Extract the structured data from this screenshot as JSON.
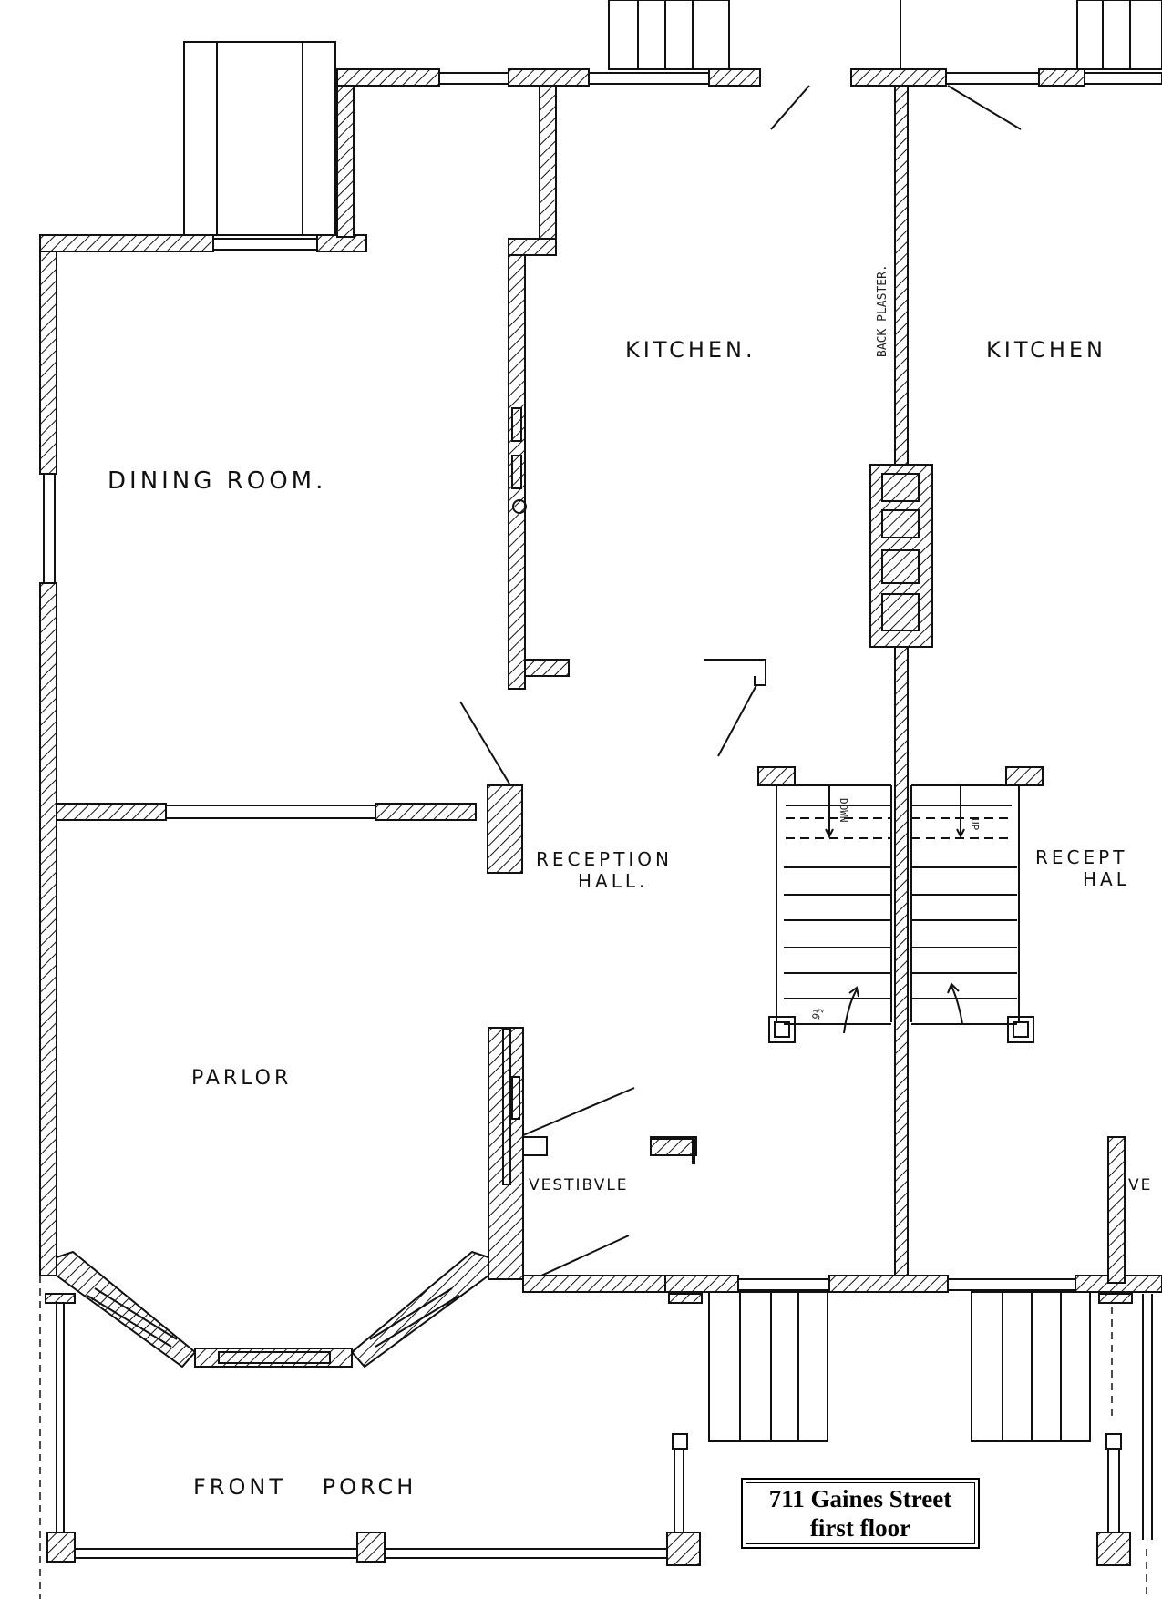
{
  "rooms": {
    "kitchen_left": "KITCHEN.",
    "kitchen_right": "KITCHEN",
    "dining_room": "DINING ROOM.",
    "reception_left_1": "RECEPTION",
    "reception_left_2": "HALL.",
    "reception_right_1": "RECEPT",
    "reception_right_2": "HAL",
    "parlor": "PARLOR",
    "vestibule_left": "VESTIBVLE",
    "vestibule_right": "VE",
    "front_porch": "FRONT PORCH"
  },
  "notes": {
    "back_plaster": "BACK PLASTER.",
    "stair_down": "DOWN",
    "stair_up": "UP",
    "stair_riser": "9½"
  },
  "caption": {
    "line1": "711 Gaines Street",
    "line2": "first floor"
  }
}
